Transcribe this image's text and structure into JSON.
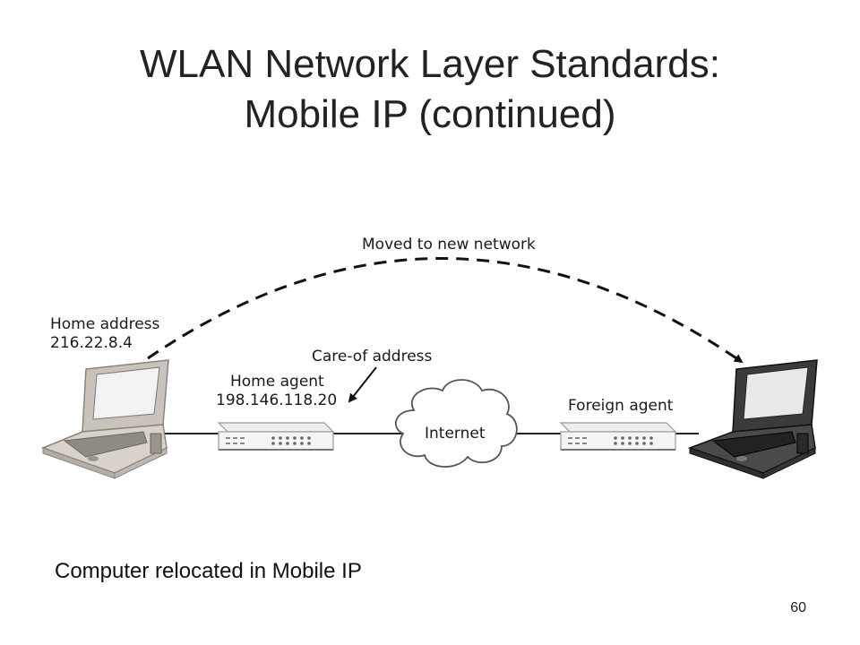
{
  "slide": {
    "title_line1": "WLAN Network Layer Standards:",
    "title_line2": "Mobile IP (continued)",
    "caption": "Computer relocated in Mobile IP",
    "page_number": "60"
  },
  "diagram": {
    "moved_label": "Moved to new network",
    "home_address_label": "Home address",
    "home_address_ip": "216.22.8.4",
    "care_of_label": "Care-of address",
    "home_agent_label": "Home agent",
    "home_agent_ip": "198.146.118.20",
    "internet_label": "Internet",
    "foreign_agent_label": "Foreign agent"
  }
}
